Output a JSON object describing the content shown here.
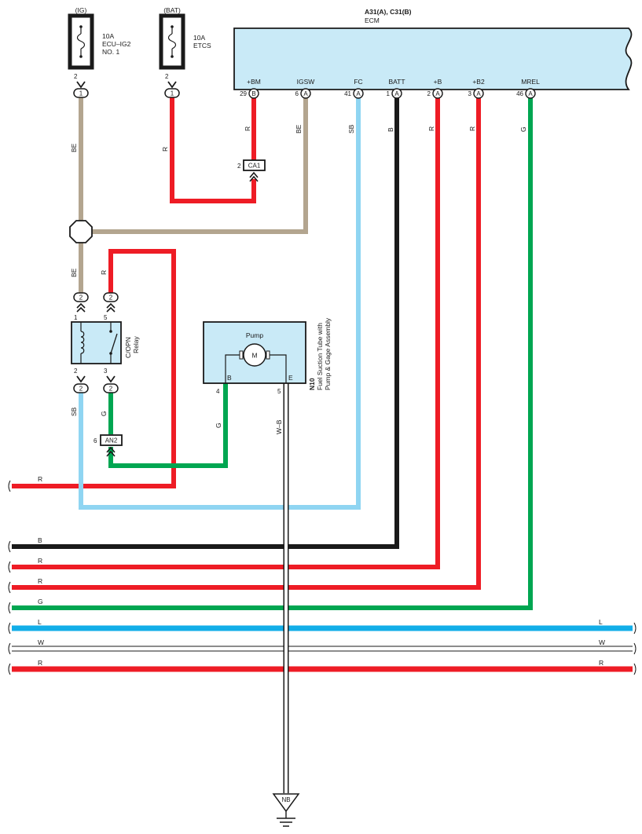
{
  "colors": {
    "R": "#ee1c25",
    "BE": "#b3a58f",
    "SB": "#8fd5f2",
    "B": "#1a1a1a",
    "G": "#00a651",
    "L": "#12aee8",
    "W": "#ffffff",
    "box_fill": "#c9eaf7",
    "outline": "#1a1a1a"
  },
  "fuses": [
    {
      "source": "(IG)",
      "rating": "10A",
      "name1": "ECU–IG2",
      "name2": "NO. 1",
      "pin": "2",
      "conn": "1"
    },
    {
      "source": "(BAT)",
      "rating": "10A",
      "name1": "ETCS",
      "name2": "",
      "pin": "2",
      "conn": "1"
    }
  ],
  "ecm": {
    "ref": "A31(A), C31(B)",
    "name": "ECM",
    "terminals": [
      {
        "name": "+BM",
        "pin": "29",
        "conn": "B"
      },
      {
        "name": "IGSW",
        "pin": "6",
        "conn": "A"
      },
      {
        "name": "FC",
        "pin": "41",
        "conn": "A"
      },
      {
        "name": "BATT",
        "pin": "1",
        "conn": "A"
      },
      {
        "name": "+B",
        "pin": "2",
        "conn": "A"
      },
      {
        "name": "+B2",
        "pin": "3",
        "conn": "A"
      },
      {
        "name": "MREL",
        "pin": "46",
        "conn": "A"
      }
    ]
  },
  "wire_labels": {
    "BE": "BE",
    "R": "R",
    "SB": "SB",
    "B": "B",
    "G": "G",
    "L": "L",
    "W": "W",
    "WB": "W–B"
  },
  "connectors": {
    "ca1": {
      "pin": "2",
      "name": "CA1"
    },
    "an2": {
      "pin": "6",
      "name": "AN2"
    },
    "relay_junction": "2"
  },
  "relay": {
    "name1": "C/OPN",
    "name2": "Relay",
    "pins": {
      "top_left": "1",
      "top_right": "5",
      "bottom_left": "2",
      "bottom_right": "3"
    }
  },
  "pump": {
    "title": "Pump",
    "motor": "M",
    "term_b": "B",
    "term_e": "E",
    "pin_b": "4",
    "pin_e": "5",
    "ref": "N10",
    "desc1": "Fuel Suction Tube with",
    "desc2": "Pump & Gage Assembly"
  },
  "ground": {
    "name": "NB"
  }
}
